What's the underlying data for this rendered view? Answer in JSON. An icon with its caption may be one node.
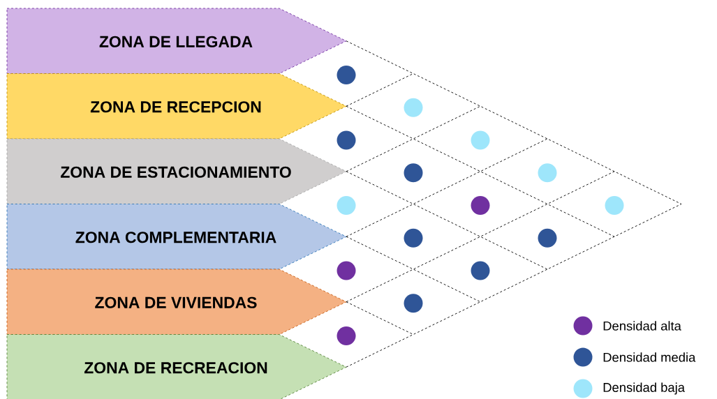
{
  "diagram": {
    "nodes": [
      {
        "text": [
          "ZONA DE LLEGADA"
        ]
      },
      {
        "text": [
          "ZONA DE RECEPCION"
        ]
      },
      {
        "text": [
          "ZONA DE ESTACIONAMIENTO"
        ]
      },
      {
        "text": [
          "ZONA COMPLEMENTARIA"
        ]
      },
      {
        "text": [
          "ZONA DE VIVIENDAS"
        ]
      },
      {
        "text": [
          "ZONA DE RECREACION"
        ]
      },
      {
        "text": [],
        "shape": "circle"
      },
      {
        "text": [],
        "shape": "circle"
      },
      {
        "text": [],
        "shape": "circle"
      },
      {
        "text": [],
        "shape": "circle"
      },
      {
        "text": [],
        "shape": "circle"
      },
      {
        "text": [],
        "shape": "circle"
      },
      {
        "text": [],
        "shape": "circle"
      },
      {
        "text": [],
        "shape": "circle"
      },
      {
        "text": [],
        "shape": "circle"
      },
      {
        "text": [],
        "shape": "circle"
      },
      {
        "text": [],
        "shape": "circle"
      },
      {
        "text": [],
        "shape": "circle"
      },
      {
        "text": [],
        "shape": "circle"
      },
      {
        "text": [],
        "shape": "circle"
      },
      {
        "text": [],
        "shape": "circle"
      }
    ],
    "legend": [
      {
        "text": "Densidad alta",
        "color": "#7030a0"
      },
      {
        "text": "Densidad media",
        "color": "#2f5597"
      },
      {
        "text": "Densidad baja",
        "color": "#9ee6fb"
      }
    ]
  }
}
